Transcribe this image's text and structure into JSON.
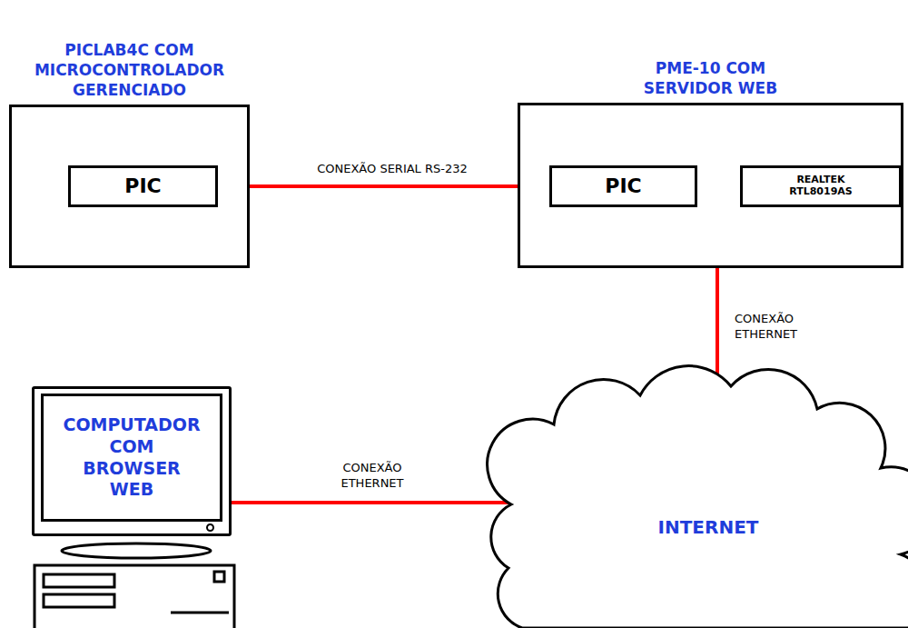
{
  "diagram": {
    "nodes": [
      {
        "text": [
          "PICLAB4C COM MICROCONTROLADOR GERENCIADO"
        ]
      },
      {
        "text": [
          "PIC"
        ],
        "in": 0
      },
      {
        "text": [
          "PME-10 COM SERVIDOR WEB"
        ]
      },
      {
        "text": [
          "PIC"
        ],
        "in": 2
      },
      {
        "text": [
          "REALTEK RTL8019AS"
        ],
        "in": 2
      },
      {
        "text": [
          "COMPUTADOR COM BROWSER WEB"
        ]
      },
      {
        "text": [
          "INTERNET"
        ]
      }
    ],
    "edges": [
      {
        "from": 1,
        "to": 3,
        "label": "CONEXÃO SERIAL RS-232",
        "arrow": "none"
      },
      {
        "from": 3,
        "to": 4,
        "arrow": "none"
      },
      {
        "from": 4,
        "to": 6,
        "label": "CONEXÃO ETHERNET",
        "arrow": "none"
      },
      {
        "from": 5,
        "to": 6,
        "label": "CONEXÃO ETHERNET",
        "arrow": "none"
      }
    ]
  }
}
